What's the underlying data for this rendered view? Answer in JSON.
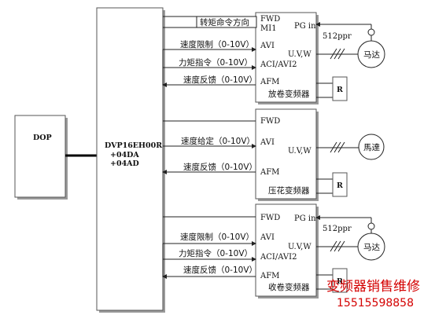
{
  "dop": {
    "label": "DOP"
  },
  "plc": {
    "line1": "DVP16EH00R",
    "line2": "+04DA",
    "line3": "+04AD"
  },
  "inverters": [
    {
      "id": "unwind",
      "name": "放卷变频器",
      "terminals": {
        "fwd": "FWD",
        "mi1": "MI1",
        "avi": "AVI",
        "aci": "ACI/AVI2",
        "afm": "AFM",
        "pgin": "PG in",
        "uvw": "U.V,W"
      },
      "signals": {
        "torque_dir": "转矩命令方向",
        "speed_limit": "速度限制（0-10V）",
        "torque_cmd": "力矩指令（0-10V）",
        "speed_fb": "速度反馈（0-10V）"
      },
      "encoder": "512ppr",
      "motor": "马达",
      "resistor": "R"
    },
    {
      "id": "emboss",
      "name": "压花变频器",
      "terminals": {
        "fwd": "FWD",
        "avi": "AVI",
        "uvw": "U.V,W",
        "afm": "AFM"
      },
      "signals": {
        "speed_set": "速度给定（0-10V）",
        "speed_fb": "速度反馈（0-10V）"
      },
      "motor": "馬達",
      "resistor": "R"
    },
    {
      "id": "rewind",
      "name": "收卷变频器",
      "terminals": {
        "fwd": "FWD",
        "avi": "AVI",
        "aci": "ACI/AVI2",
        "afm": "AFM",
        "pgin": "PG in",
        "uvw": "U.V,W"
      },
      "signals": {
        "speed_limit": "速度限制（0-10V）",
        "torque_cmd": "力矩指令（0-10V）",
        "speed_fb": "速度反馈（0-10V）"
      },
      "encoder": "512ppr",
      "motor": "马达",
      "resistor": "R"
    }
  ],
  "watermark": {
    "line1": "变频器销售维修",
    "line2": "15515598858"
  }
}
